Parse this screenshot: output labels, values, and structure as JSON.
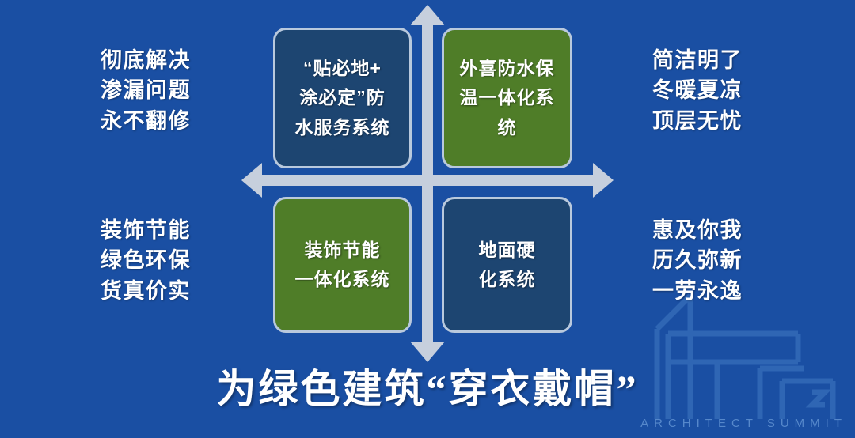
{
  "slide": {
    "background_color": "#1a4fa3",
    "title": "为绿色建筑“穿衣戴帽”"
  },
  "diagram": {
    "type": "quadrant-matrix",
    "axis_color": "#c6cfdd",
    "box_blue_color": "#1d4571",
    "box_green_color": "#4f7d28",
    "quadrants": [
      {
        "position": "top-left",
        "color": "#1d4571",
        "lines": [
          "“贴必地+",
          "涂必定”防",
          "水服务系统"
        ]
      },
      {
        "position": "top-right",
        "color": "#4f7d28",
        "lines": [
          "外喜防水保",
          "温一体化系",
          "统"
        ]
      },
      {
        "position": "bottom-left",
        "color": "#4f7d28",
        "lines": [
          "装饰节能",
          "一体化系统"
        ]
      },
      {
        "position": "bottom-right",
        "color": "#1d4571",
        "lines": [
          "地面硬",
          "化系统"
        ]
      }
    ],
    "side_labels": [
      {
        "position": "top-left",
        "lines": [
          "彻底解决",
          "渗漏问题",
          "永不翻修"
        ]
      },
      {
        "position": "bottom-left",
        "lines": [
          "装饰节能",
          "绿色环保",
          "货真价实"
        ]
      },
      {
        "position": "top-right",
        "lines": [
          "简洁明了",
          "冬暖夏凉",
          "顶层无忧"
        ]
      },
      {
        "position": "bottom-right",
        "lines": [
          "惠及你我",
          "历久弥新",
          "一劳永逸"
        ]
      }
    ]
  },
  "watermark": {
    "text": "ARCHITECT SUMMIT",
    "color": "#5d8fd0"
  }
}
